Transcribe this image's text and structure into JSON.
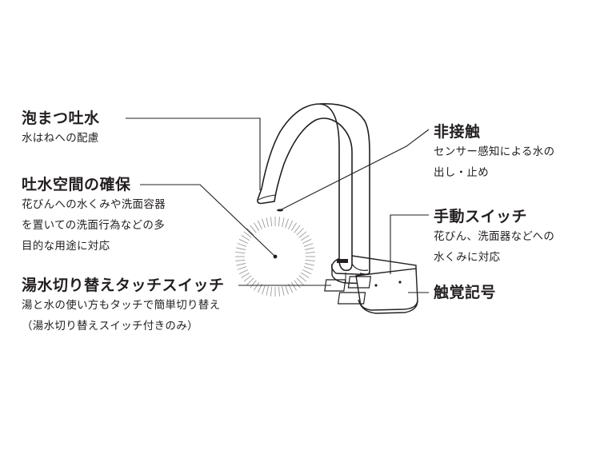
{
  "callouts": {
    "foam_spout": {
      "title": "泡まつ吐水",
      "desc": [
        "水はねへの配慮"
      ]
    },
    "spout_space": {
      "title": "吐水空間の確保",
      "desc": [
        "花びんへの水くみや洗面容器",
        "を置いての洗面行為などの多",
        "目的な用途に対応"
      ]
    },
    "temp_switch": {
      "title": "湯水切り替えタッチスイッチ",
      "desc": [
        "湯と水の使い方もタッチで簡単切り替え",
        "（湯水切り替えスイッチ付きのみ）"
      ]
    },
    "touchless": {
      "title": "非接触",
      "desc": [
        "センサー感知による水の",
        "出し・止め"
      ]
    },
    "manual_switch": {
      "title": "手動スイッチ",
      "desc": [
        "花びん、洗面器などへの",
        "水くみに対応"
      ]
    },
    "tactile": {
      "title": "触覚記号",
      "desc": []
    }
  },
  "colors": {
    "line": "#231f20",
    "body": "#ffffff"
  }
}
